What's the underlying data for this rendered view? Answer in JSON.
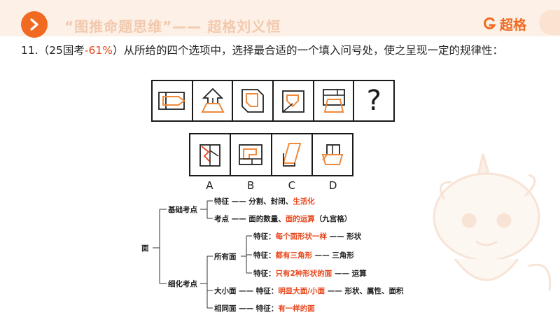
{
  "banner": {
    "title": "“图推命题思维”—— 超格刘义恒",
    "brand_name": "超格"
  },
  "question": {
    "number": "11.",
    "source_prefix": "（25国考",
    "accuracy": "-61%",
    "source_suffix": "）",
    "prompt": "从所给的四个选项中，选择最合适的一个填入问号处，使之呈现一定的规律性："
  },
  "sequence": {
    "question_mark": "?"
  },
  "options": {
    "labels": [
      "A",
      "B",
      "C",
      "D"
    ]
  },
  "mindmap": {
    "root": "面",
    "branch1": {
      "label": "基础考点",
      "row1": {
        "prefix": "特征 —— 分割、封闭、",
        "highlight": "生活化"
      },
      "row2": {
        "prefix": "考点 —— 面的数量、",
        "highlight": "面的运算",
        "suffix": "（九宫格）"
      }
    },
    "branch2": {
      "label": "细化考点",
      "sub1": {
        "label": "所有面",
        "rows": [
          {
            "prefix": "特征：",
            "highlight": "每个面形状一样",
            "suffix": " —— 形状"
          },
          {
            "prefix": "特征：",
            "highlight": "都有三角形",
            "suffix": " —— 三角形"
          },
          {
            "prefix": "特征：",
            "highlight": "只有2种形状的面",
            "suffix": " —— 运算"
          }
        ]
      },
      "sub2": {
        "label": "大小面",
        "prefix": " —— 特征：",
        "highlight": "明显大面/小面",
        "suffix": " —— 形状、属性、面积"
      },
      "sub3": {
        "label": "相同面",
        "prefix": " —— 特征：",
        "highlight": "有一样的面"
      }
    }
  },
  "colors": {
    "accent": "#f06a22",
    "highlight": "#e8461c",
    "banner_bg": "#fdf0e6",
    "shape_orange": "#f08a3c"
  }
}
